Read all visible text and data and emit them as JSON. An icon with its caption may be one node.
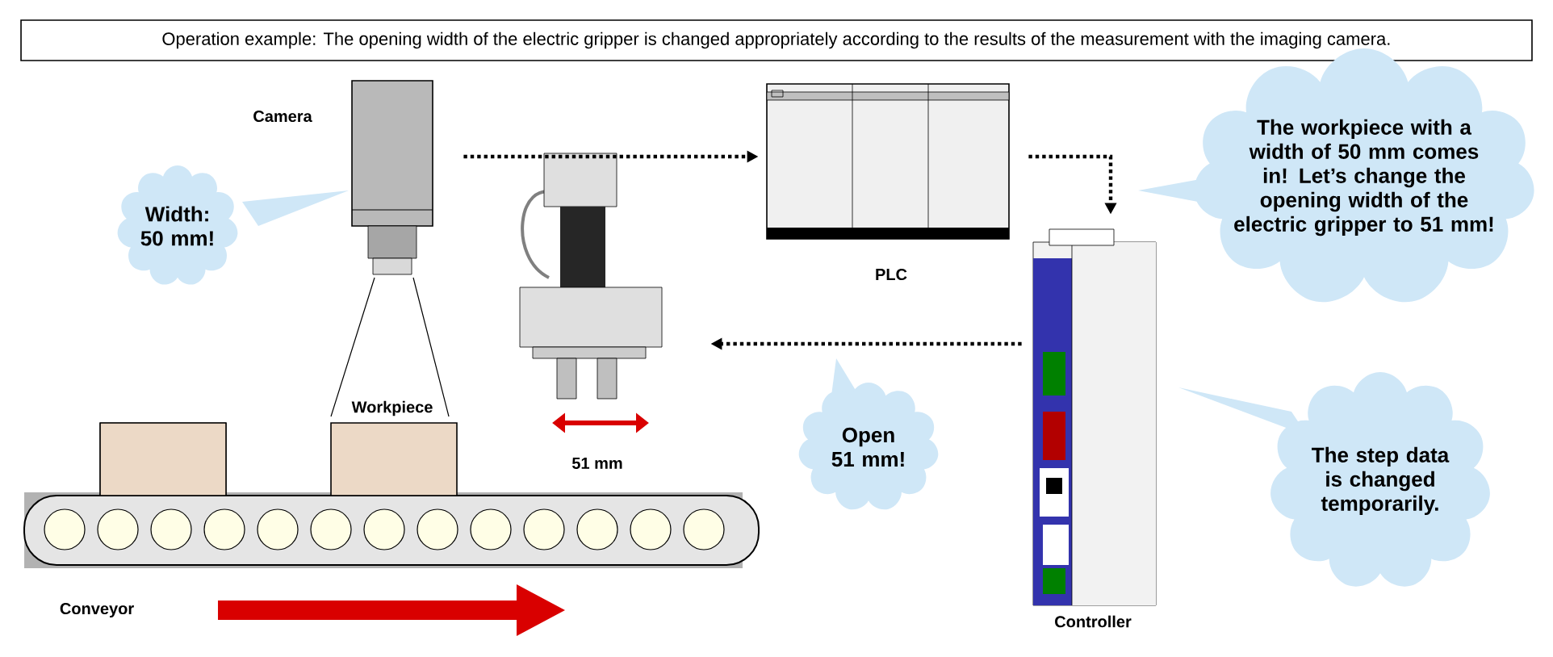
{
  "diagram": {
    "title": "Operation example: The opening width of the electric gripper is changed appropriately according to the results of the measurement with the imaging camera.",
    "nodes": [
      {
        "text": [],
        "shape": "picture",
        "beside": [
          "Camera"
        ]
      },
      {
        "text": [],
        "shape": "picture",
        "beside": [
          "PLC"
        ]
      },
      {
        "text": [],
        "shape": "picture",
        "beside": [
          "Controller"
        ]
      },
      {
        "text": [],
        "shape": "picture"
      },
      {
        "text": [
          "Width: 50 mm!"
        ]
      },
      {
        "text": [
          "The workpiece with a width of 50 mm comes in! Let’s change the opening width of the electric gripper to 51 mm!"
        ]
      },
      {
        "text": [
          "Open 51 mm!"
        ]
      },
      {
        "text": [
          "The step data is changed temporarily."
        ]
      }
    ],
    "edges": [
      {
        "from": 0,
        "to": 1,
        "arrow": "to"
      },
      {
        "from": 1,
        "to": 2,
        "arrow": "to"
      },
      {
        "from": 2,
        "to": 3,
        "arrow": "to"
      }
    ],
    "labels": [
      "Workpiece",
      "51 mm",
      "Conveyor"
    ]
  }
}
